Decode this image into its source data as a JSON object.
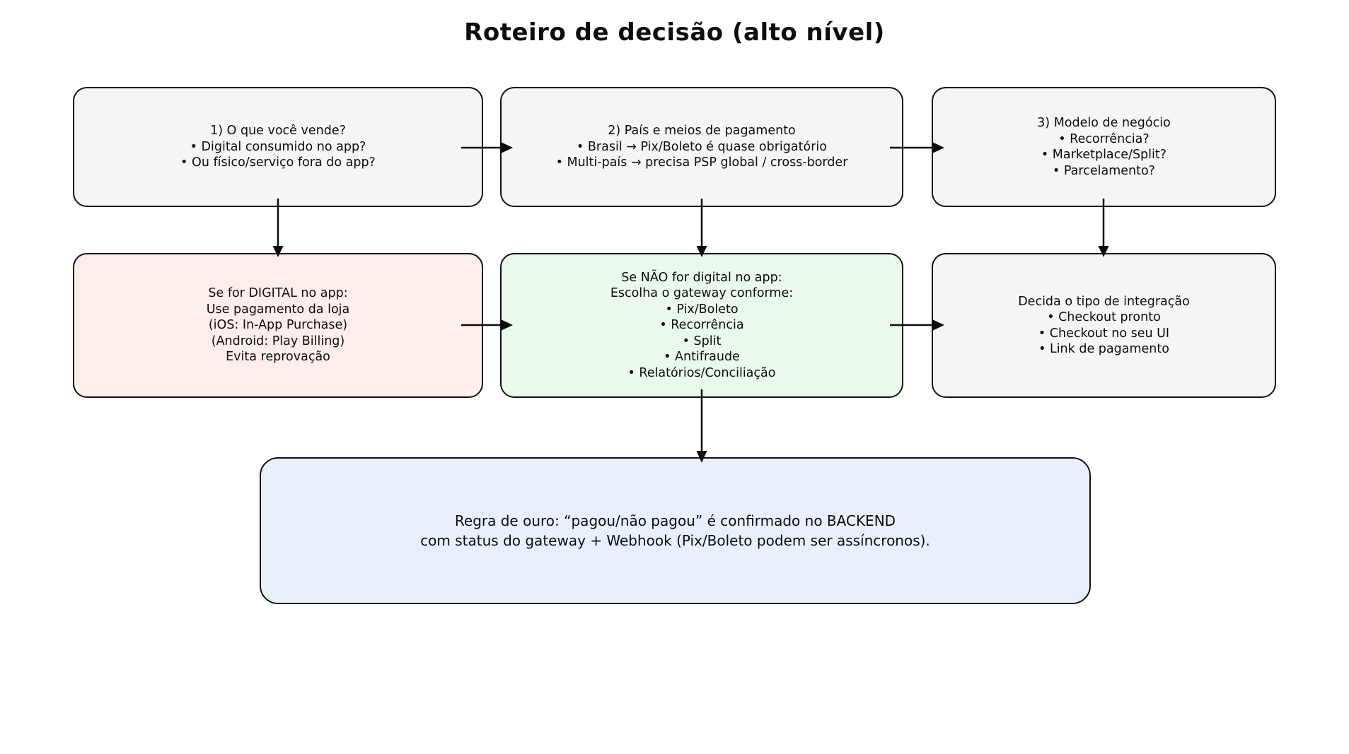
{
  "title": "Roteiro de decisão (alto nível)",
  "colors": {
    "box_default": "#f5f5f5",
    "box_digital": "#fdeeeb",
    "box_gateway": "#ebf8ec",
    "box_note": "#e9effb",
    "border": "#111111"
  },
  "boxes": [
    {
      "name": "o-que-voce-vende",
      "lines": [
        "1) O que você vende?",
        "• Digital consumido no app?",
        "• Ou físico/serviço fora do app?"
      ]
    },
    {
      "name": "pais-e-meios-de-pagamento",
      "lines": [
        "2) País e meios de pagamento",
        "• Brasil → Pix/Boleto é quase obrigatório",
        "• Multi-país → precisa PSP global / cross-border"
      ]
    },
    {
      "name": "modelo-de-negocio",
      "lines": [
        "3) Modelo de negócio",
        "• Recorrência?",
        "• Marketplace/Split?",
        "• Parcelamento?"
      ]
    },
    {
      "name": "digital-no-app",
      "lines": [
        "Se for DIGITAL no app:",
        "Use pagamento da loja",
        "(iOS: In-App Purchase)",
        "(Android: Play Billing)",
        "Evita reprovação"
      ]
    },
    {
      "name": "nao-digital-no-app",
      "lines": [
        "Se NÃO for digital no app:",
        "Escolha o gateway conforme:",
        "• Pix/Boleto",
        "• Recorrência",
        "• Split",
        "• Antifraude",
        "• Relatórios/Conciliação"
      ]
    },
    {
      "name": "tipo-de-integracao",
      "lines": [
        "Decida o tipo de integração",
        "• Checkout pronto",
        "• Checkout no seu UI",
        "• Link de pagamento"
      ]
    },
    {
      "name": "regra-de-ouro",
      "lines": [
        "Regra de ouro: “pagou/não pagou” é confirmado no BACKEND",
        "com status do gateway + Webhook (Pix/Boleto podem ser assíncronos)."
      ]
    }
  ]
}
